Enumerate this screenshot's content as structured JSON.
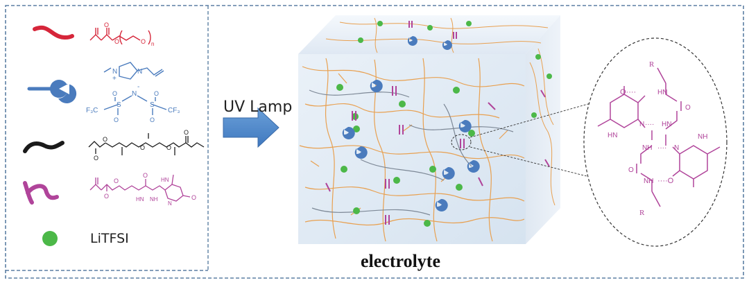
{
  "arrow_label": "UV Lamp",
  "salt_label": "LiTFSI",
  "cube_label": "electrolyte",
  "chem": {
    "n_subscript": "n",
    "plus": "+",
    "n_minus": "N",
    "minus": "-",
    "s": "S",
    "o": "O",
    "f3c": "F₃C",
    "cf3": "CF₃",
    "n": "N",
    "nh": "NH",
    "hn": "HN",
    "r": "R",
    "hbond": "····",
    "o_hbond": "O····",
    "hbond_o": "····O"
  },
  "colors": {
    "peo_monomer": "#d6263a",
    "ionic_liquid": "#4a7bbd",
    "crosslinker": "#1a1a1a",
    "upy_monomer": "#b0449a",
    "litfsi": "#4cb848",
    "chain": "#e8a050",
    "cube_face": "#e6eef7",
    "frame": "#5c7fa3"
  },
  "icons": [
    "peo-monomer-icon",
    "ionic-liquid-icon",
    "crosslinker-icon",
    "upy-monomer-icon",
    "litfsi-dot-icon"
  ]
}
